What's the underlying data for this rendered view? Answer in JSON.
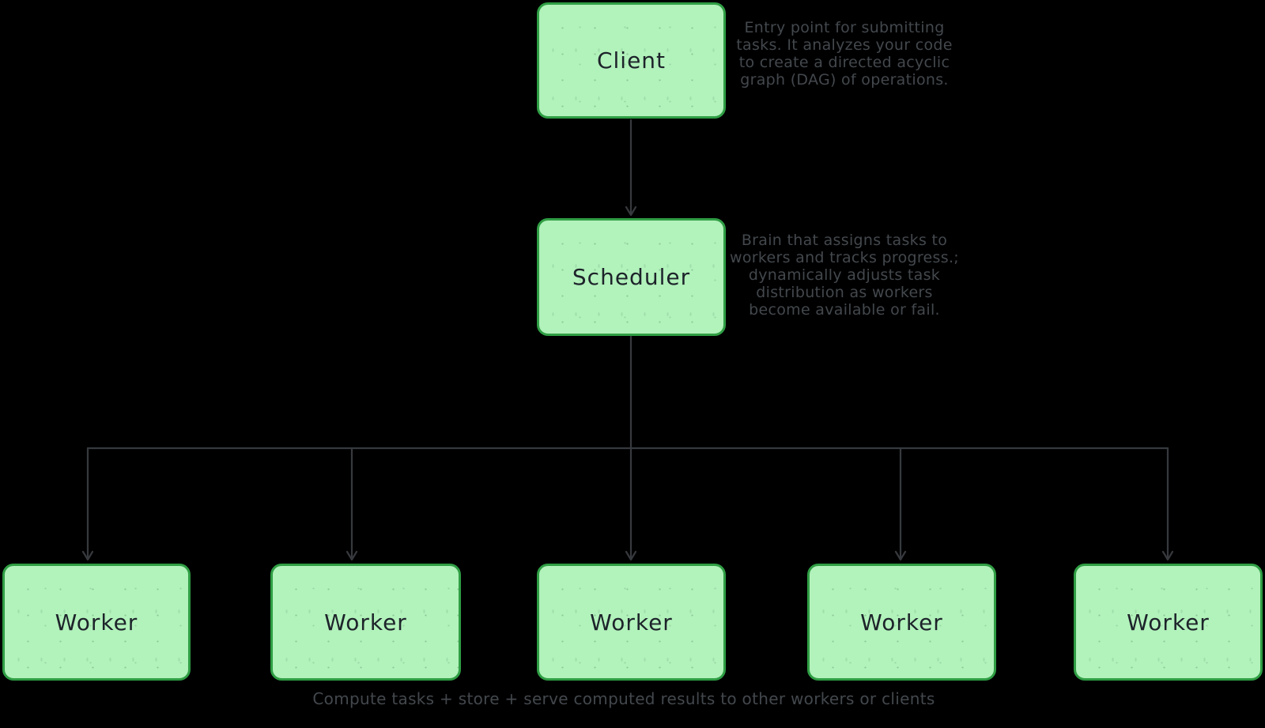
{
  "diagram": {
    "background": "#000000",
    "node_fill": "#b2f2bb",
    "node_border": "#2f9e44",
    "node_text_color": "#1d232a",
    "annotation_color": "#43484d",
    "connector_color": "#36393d"
  },
  "nodes": {
    "client": {
      "label": "Client"
    },
    "scheduler": {
      "label": "Scheduler"
    },
    "workers": [
      {
        "label": "Worker"
      },
      {
        "label": "Worker"
      },
      {
        "label": "Worker"
      },
      {
        "label": "Worker"
      },
      {
        "label": "Worker"
      }
    ]
  },
  "annotations": {
    "client_note": "Entry point for submitting\ntasks. It analyzes your code\nto create a directed acyclic\ngraph (DAG) of operations.",
    "scheduler_note": "Brain that assigns tasks to\nworkers and tracks progress.;\ndynamically adjusts task\ndistribution as workers\nbecome available or fail.",
    "workers_note": "Compute tasks + store + serve computed results to other workers or clients"
  }
}
